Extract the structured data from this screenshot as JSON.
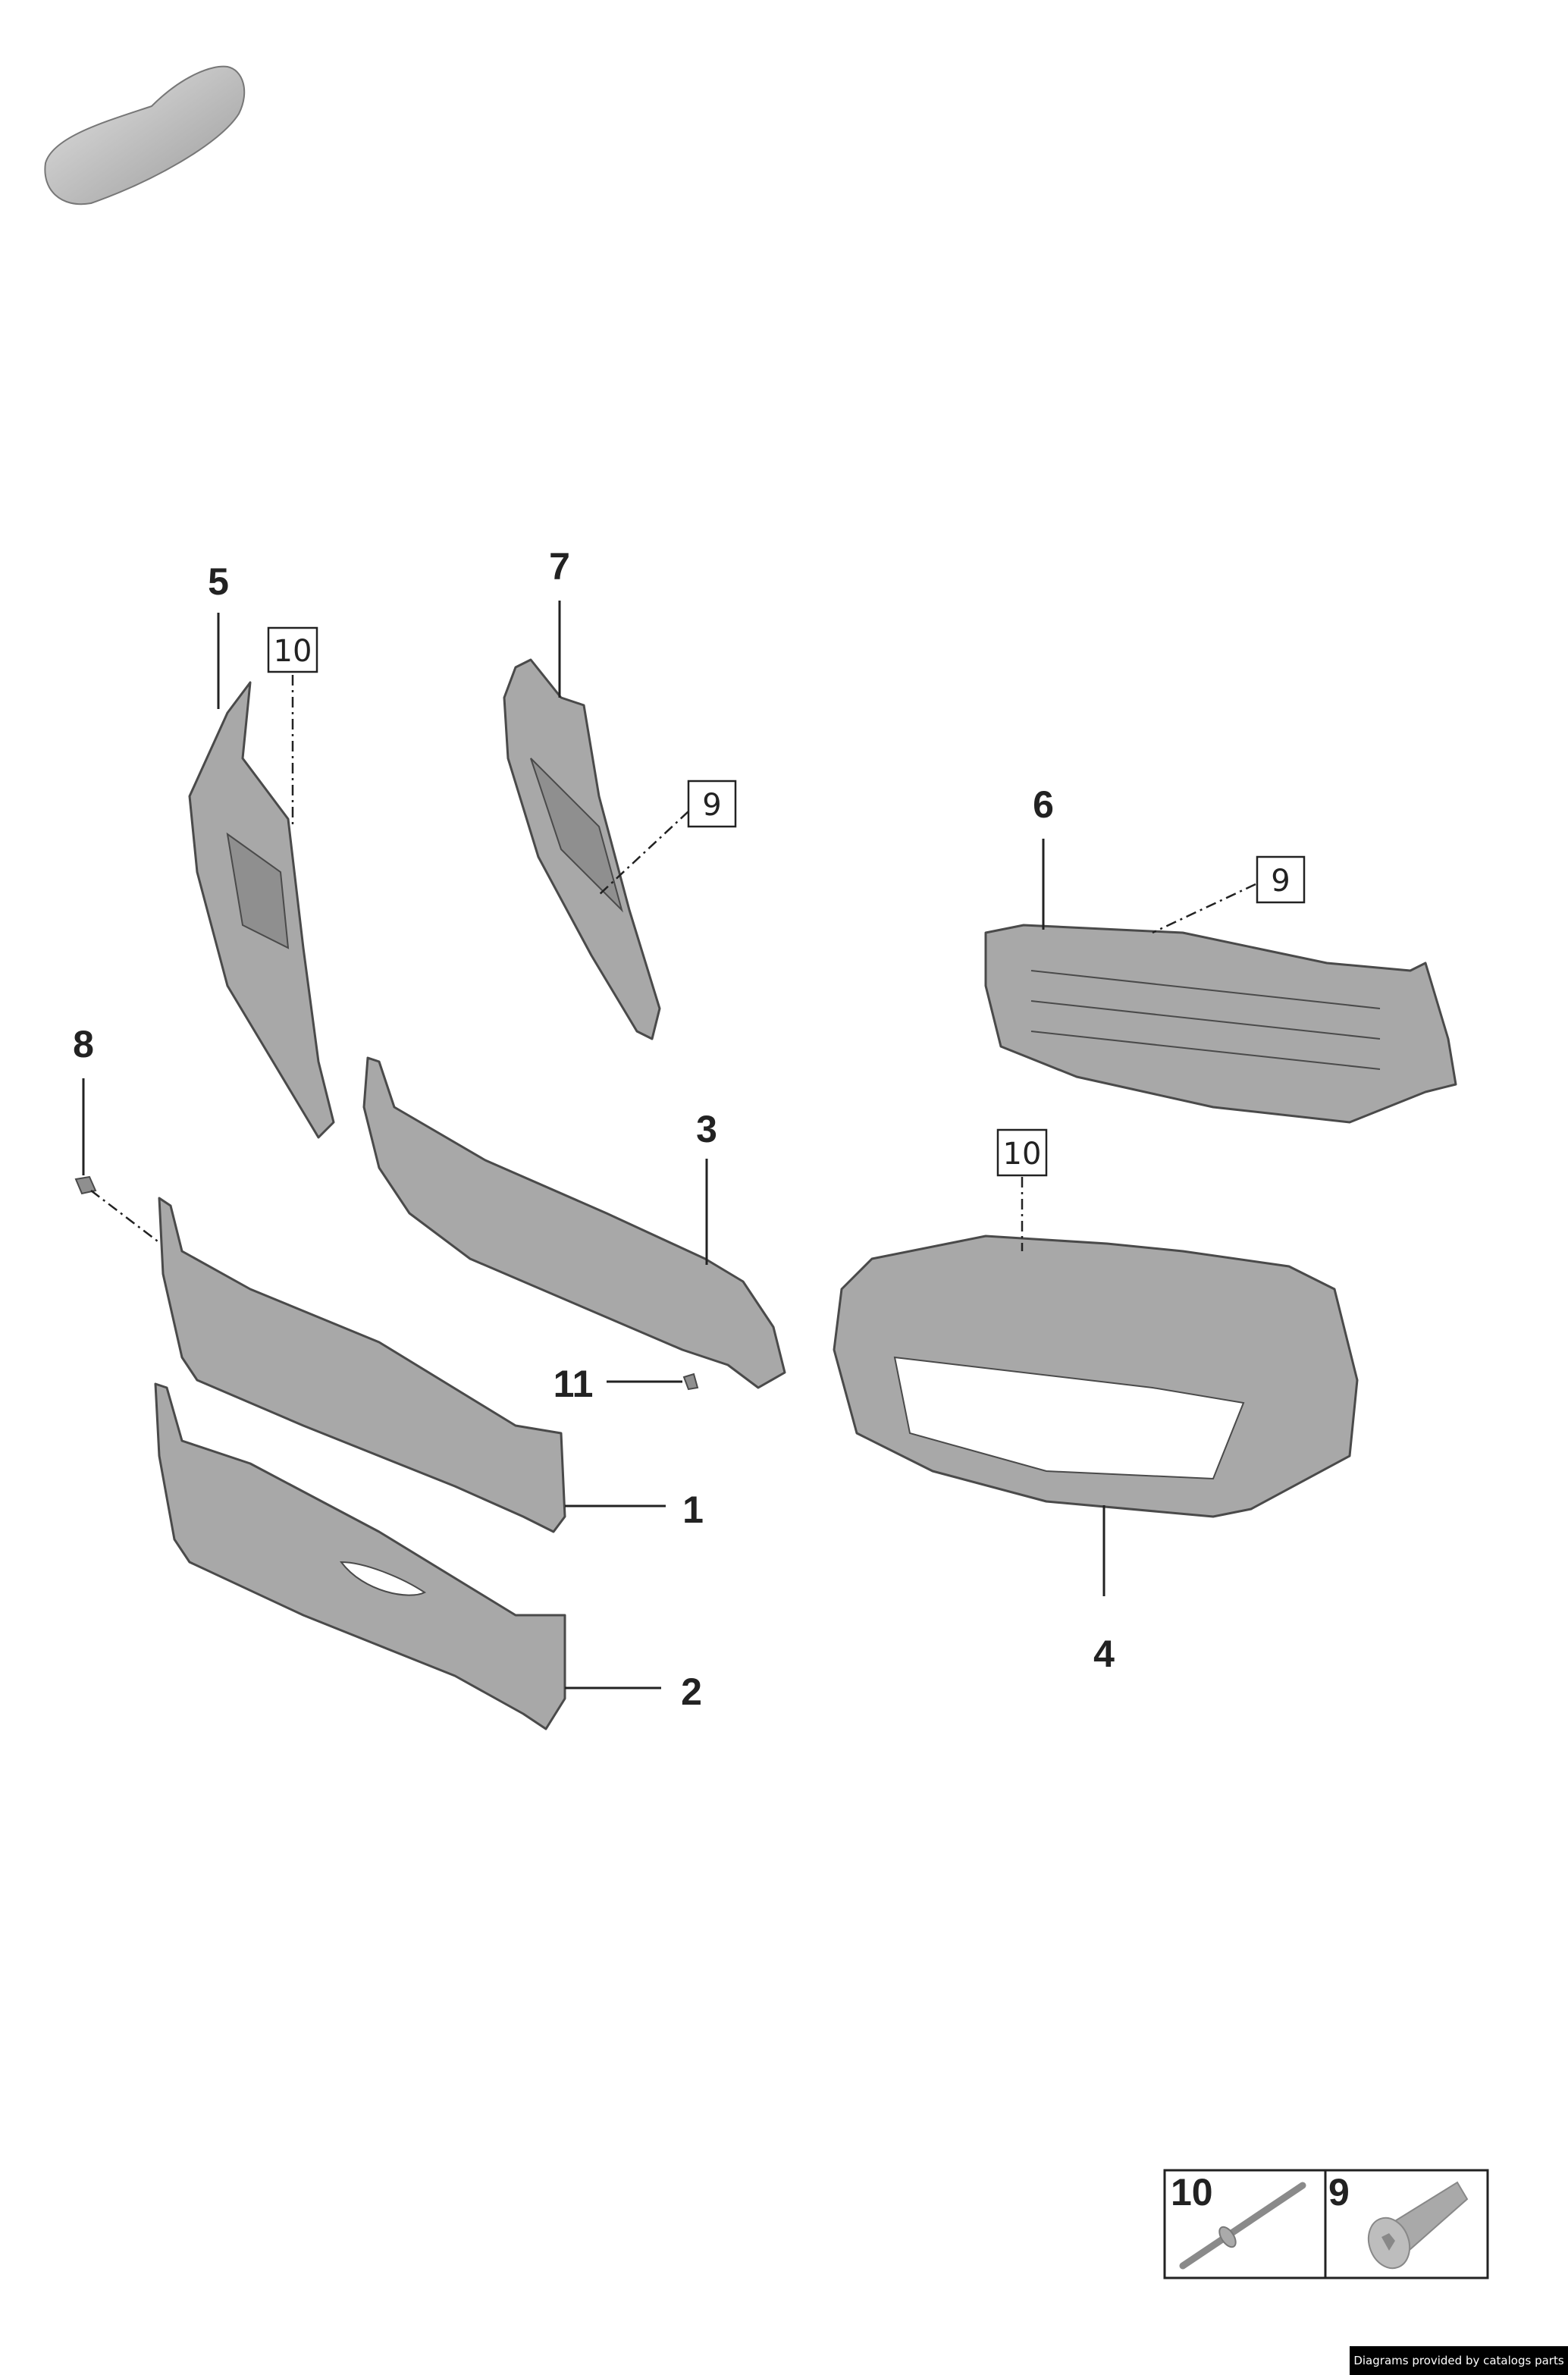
{
  "callouts": {
    "p1": "1",
    "p2": "2",
    "p3": "3",
    "p4": "4",
    "p5": "5",
    "p6": "6",
    "p7": "7",
    "p8": "8",
    "p9a": "9",
    "p9b": "9",
    "p10a": "10",
    "p10b": "10",
    "p11": "11"
  },
  "legend": {
    "items": [
      {
        "label": "10",
        "icon": "rivet-icon"
      },
      {
        "label": "9",
        "icon": "torx-screw-icon"
      }
    ]
  },
  "footer": {
    "text": "Diagrams provided by catalogs parts"
  },
  "colors": {
    "part_fill": "#a8a8a8",
    "outline": "#4a4a4a",
    "footer_bg": "#000000"
  }
}
